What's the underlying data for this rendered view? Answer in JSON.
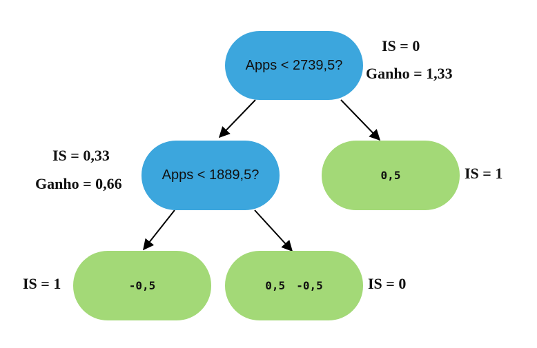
{
  "tree": {
    "root": {
      "question": "Apps < 2739,5?",
      "is_label": "IS = 0",
      "gain_label": "Ganho = 1,33"
    },
    "left_decision": {
      "question": "Apps < 1889,5?",
      "is_label": "IS = 0,33",
      "gain_label": "Ganho = 0,66"
    },
    "right_leaf": {
      "values": [
        "0,5"
      ],
      "is_label": "IS = 1"
    },
    "left_left_leaf": {
      "values": [
        "-0,5"
      ],
      "is_label": "IS = 1"
    },
    "left_right_leaf": {
      "values": [
        "0,5",
        "-0,5"
      ],
      "is_label": "IS = 0"
    }
  },
  "colors": {
    "decision_fill": "#3ca6dd",
    "leaf_fill": "#a3d977",
    "edge": "#000000"
  }
}
